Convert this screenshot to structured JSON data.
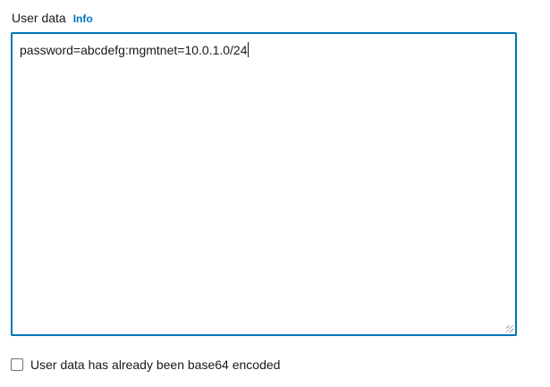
{
  "field": {
    "label": "User data",
    "info_link": "Info",
    "value": "password=abcdefg:mgmtnet=10.0.1.0/24"
  },
  "checkbox": {
    "label": "User data has already been base64 encoded",
    "checked": false
  }
}
